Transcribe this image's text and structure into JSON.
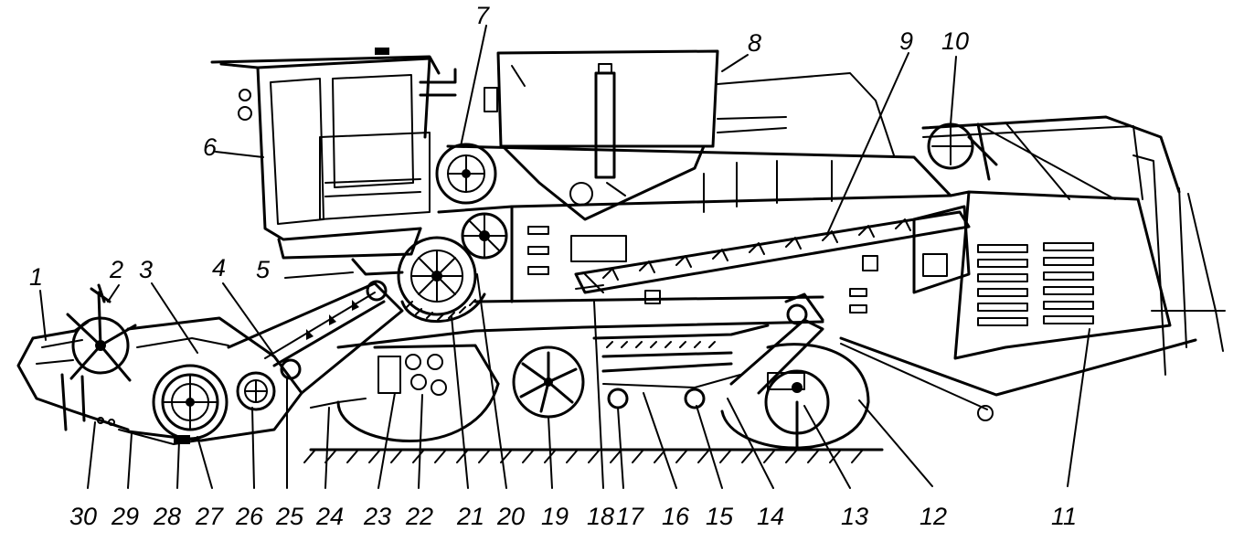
{
  "diagram": {
    "callouts": [
      {
        "number": "1"
      },
      {
        "number": "2"
      },
      {
        "number": "3"
      },
      {
        "number": "4"
      },
      {
        "number": "5"
      },
      {
        "number": "6"
      },
      {
        "number": "7"
      },
      {
        "number": "8"
      },
      {
        "number": "9"
      },
      {
        "number": "10"
      },
      {
        "number": "11"
      },
      {
        "number": "12"
      },
      {
        "number": "13"
      },
      {
        "number": "14"
      },
      {
        "number": "15"
      },
      {
        "number": "16"
      },
      {
        "number": "17"
      },
      {
        "number": "18"
      },
      {
        "number": "19"
      },
      {
        "number": "20"
      },
      {
        "number": "21"
      },
      {
        "number": "22"
      },
      {
        "number": "23"
      },
      {
        "number": "24"
      },
      {
        "number": "25"
      },
      {
        "number": "26"
      },
      {
        "number": "27"
      },
      {
        "number": "28"
      },
      {
        "number": "29"
      },
      {
        "number": "30"
      }
    ]
  }
}
